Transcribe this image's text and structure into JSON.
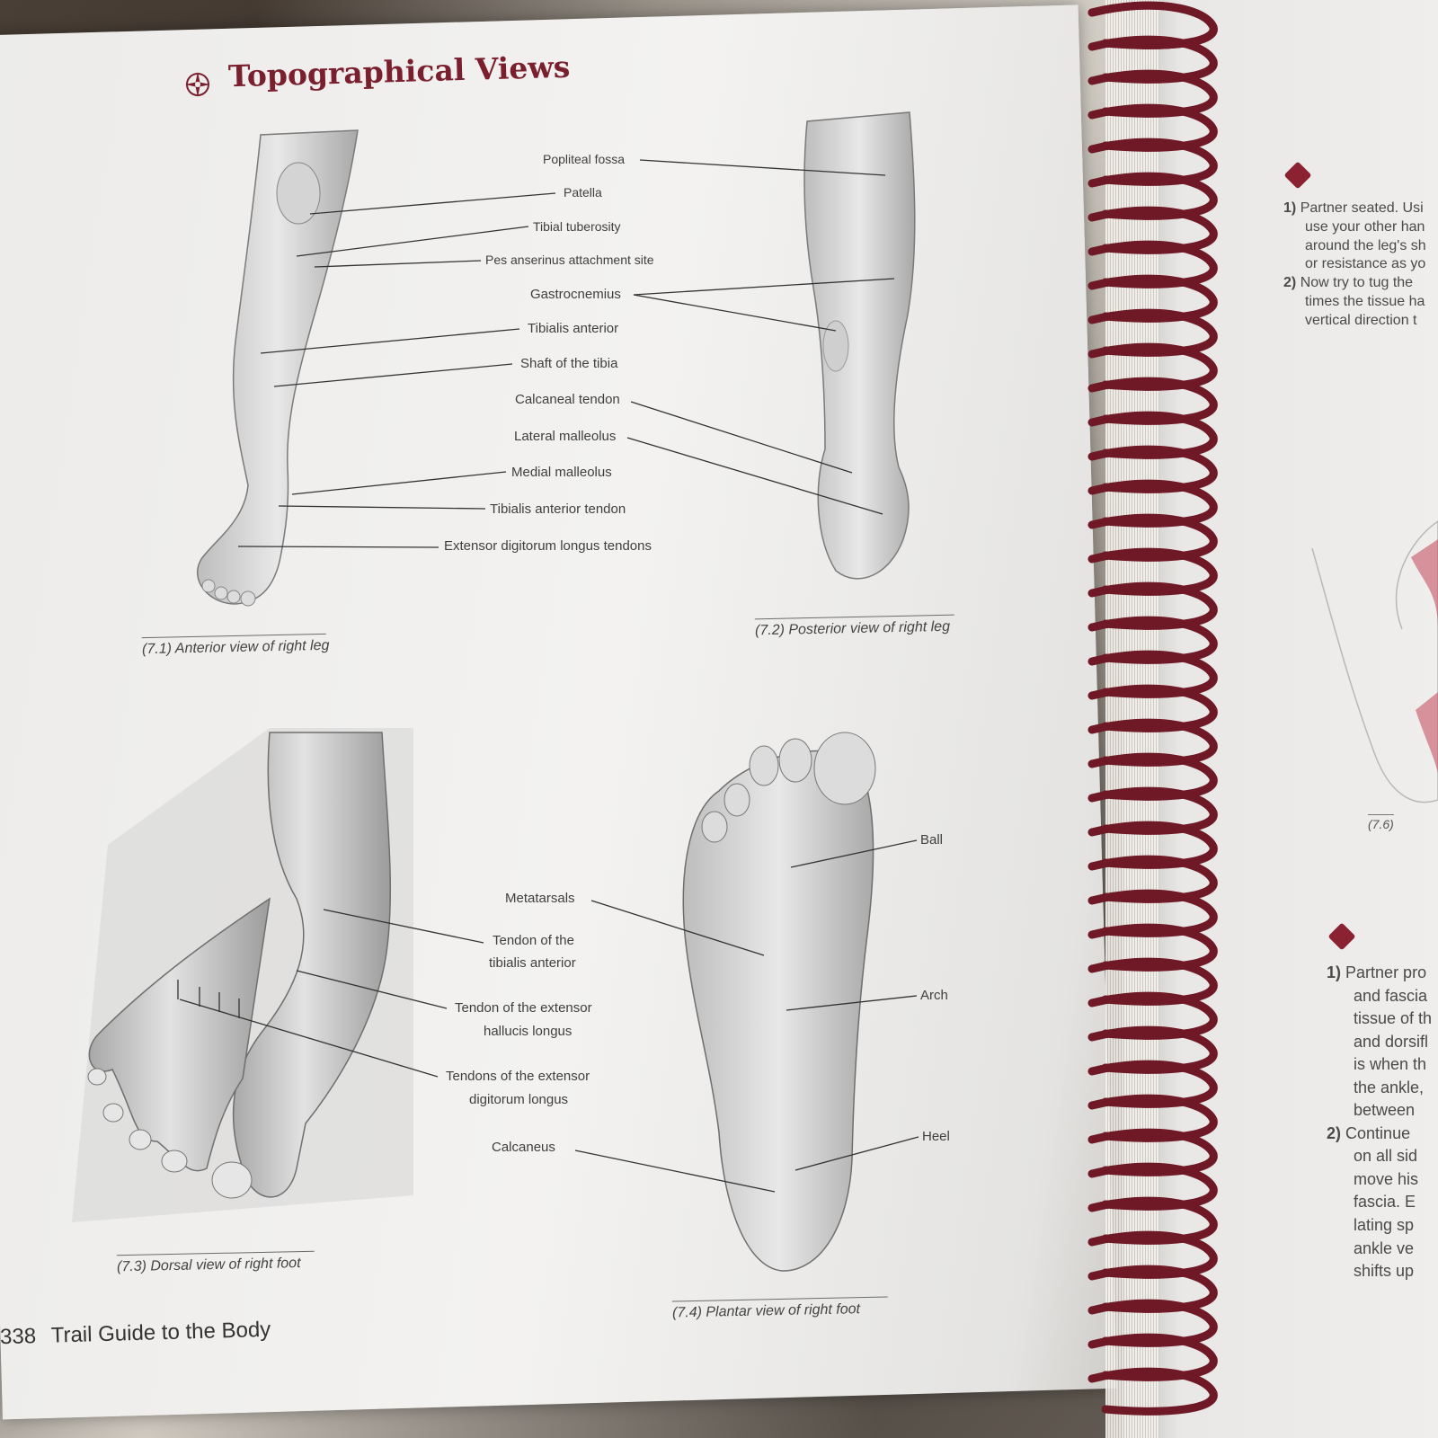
{
  "header": {
    "title": "Topographical Views"
  },
  "figures": {
    "f1": {
      "caption": "(7.1) Anterior view of right leg",
      "labels": {
        "popliteal": "Popliteal fossa",
        "patella": "Patella",
        "tibial_tuberosity": "Tibial tuberosity",
        "pes": "Pes anserinus attachment site",
        "gastrocnemius": "Gastrocnemius",
        "tibialis_anterior": "Tibialis anterior",
        "shaft": "Shaft of the tibia",
        "calcaneal": "Calcaneal tendon",
        "lateral": "Lateral malleolus",
        "medial": "Medial malleolus",
        "ta_tendon": "Tibialis anterior tendon",
        "edl": "Extensor digitorum longus tendons"
      }
    },
    "f2": {
      "caption": "(7.2) Posterior view of right leg"
    },
    "f3": {
      "caption": "(7.3) Dorsal view of right foot",
      "labels": {
        "metatarsals": "Metatarsals",
        "tta_1": "Tendon of the",
        "tta_2": "tibialis anterior",
        "tehl_1": "Tendon of the extensor",
        "tehl_2": "hallucis longus",
        "tedl_1": "Tendons of the extensor",
        "tedl_2": "digitorum longus",
        "calcaneus": "Calcaneus"
      }
    },
    "f4": {
      "caption": "(7.4) Plantar view of right foot",
      "labels": {
        "ball": "Ball",
        "arch": "Arch",
        "heel": "Heel"
      }
    }
  },
  "footer": {
    "page_number": "338",
    "book_title": "Trail Guide to the Body"
  },
  "right_page": {
    "step1": [
      "Partner seated. Usi",
      "use your other han",
      "around the leg's sh",
      "or resistance as yo"
    ],
    "step2": [
      "Now try to tug the",
      "times the tissue ha",
      "vertical direction t"
    ],
    "fig_caption": "(7.6)",
    "stepB1": [
      "Partner pro",
      "and fascia",
      "tissue of th",
      "and dorsifl",
      "is when th",
      "the ankle,",
      "between"
    ],
    "stepB2": [
      "Continue",
      "on all sid",
      "move his",
      "fascia. E",
      "lating sp",
      "ankle ve",
      "shifts up"
    ],
    "num1": "1)",
    "num2": "2)"
  },
  "colors": {
    "accent": "#7a1f2e",
    "spiral": "#7b1e2c"
  }
}
